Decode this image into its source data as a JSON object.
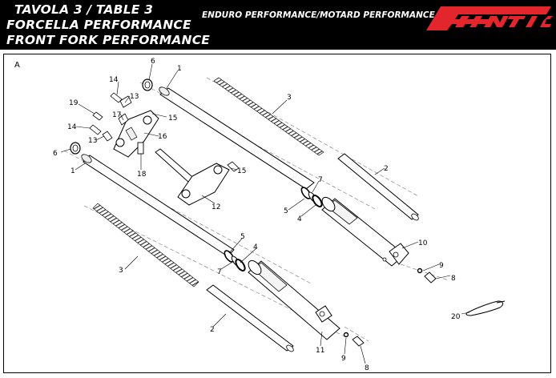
{
  "header": {
    "title_line1": "TAVOLA 3 / TABLE 3",
    "title_line2": "FORCELLA PERFORMANCE",
    "title_line3": "FRONT FORK PERFORMANCE",
    "subtitle": "ENDURO PERFORMANCE/MOTARD PERFORMANCE",
    "brand": "FANTIC",
    "brand_color": "#e3262b"
  },
  "diagram": {
    "section_label": "A",
    "callouts": {
      "c1a": "1",
      "c1b": "1",
      "c2a": "2",
      "c2b": "2",
      "c3a": "3",
      "c3b": "3",
      "c4a": "4",
      "c4b": "4",
      "c5a": "5",
      "c5b": "5",
      "c6a": "6",
      "c6b": "6",
      "c7a": "7",
      "c7b": "7",
      "c8a": "8",
      "c8b": "8",
      "c9a": "9",
      "c9b": "9",
      "c10": "10",
      "c11": "11",
      "c12": "12",
      "c13a": "13",
      "c13b": "13",
      "c14a": "14",
      "c14b": "14",
      "c15a": "15",
      "c15b": "15",
      "c16": "16",
      "c17": "17",
      "c18": "18",
      "c19": "19",
      "c20": "20"
    }
  }
}
